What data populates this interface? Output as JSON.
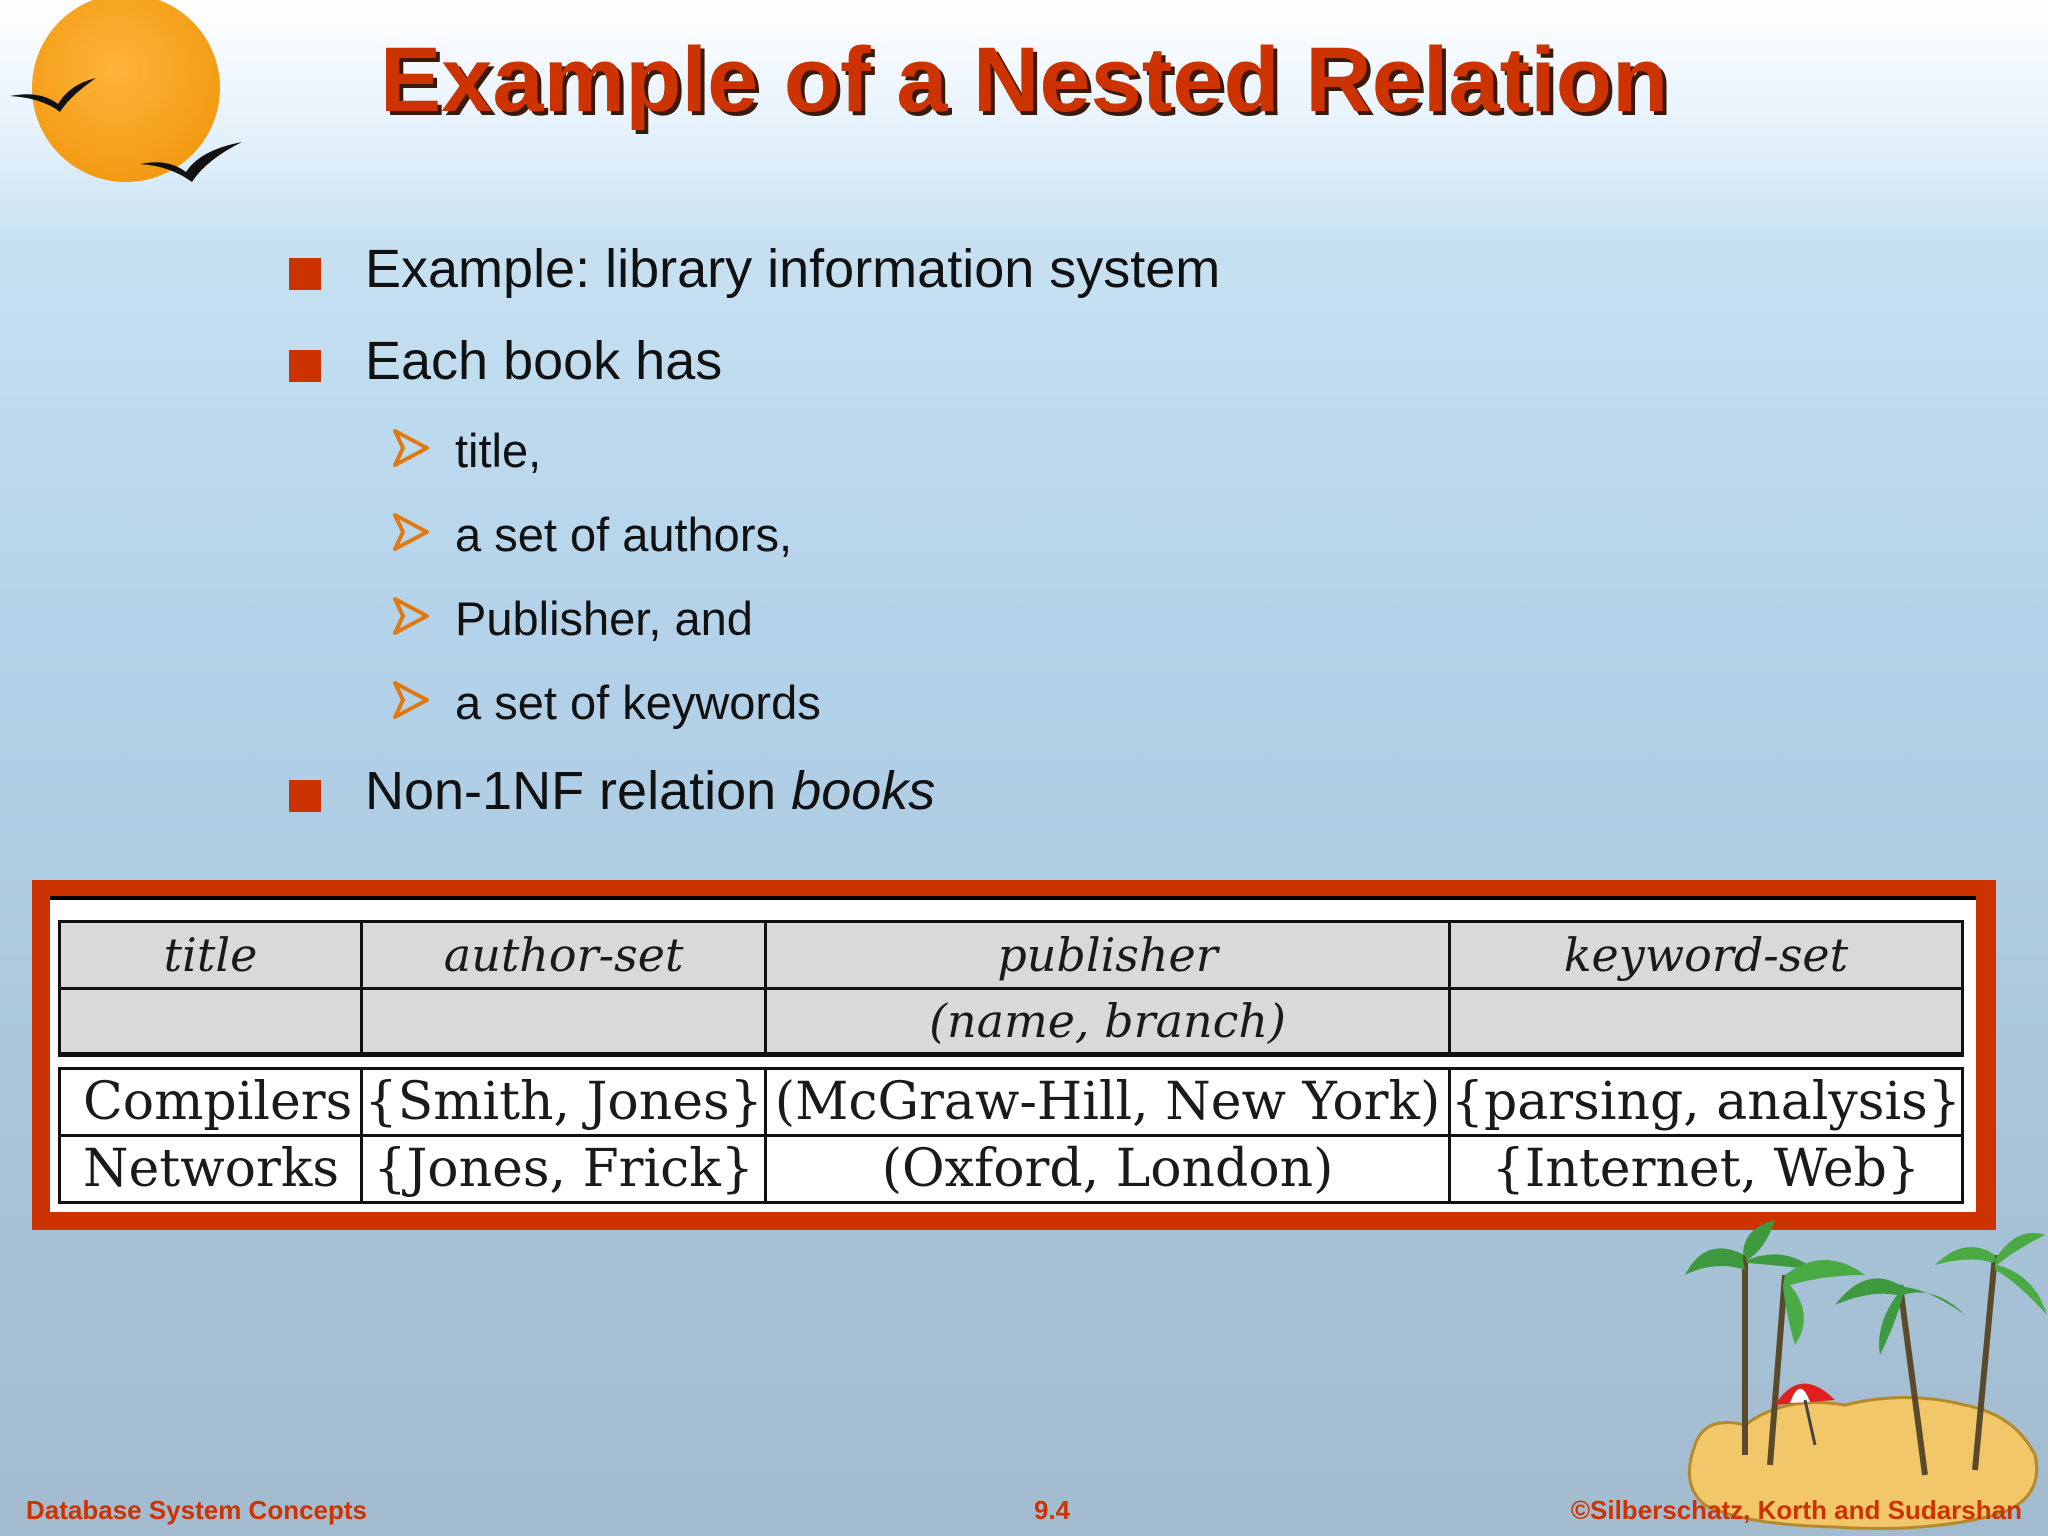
{
  "slide": {
    "title": "Example of a Nested Relation"
  },
  "bullets": [
    {
      "text": "Example:  library information system"
    },
    {
      "text": "Each book has"
    }
  ],
  "sub_bullets": [
    {
      "text": "title,"
    },
    {
      "text": "a set of authors,"
    },
    {
      "text": "Publisher, and"
    },
    {
      "text": "a set of keywords"
    }
  ],
  "last_bullet": {
    "prefix": "Non-1NF relation ",
    "emphasis": "books"
  },
  "table": {
    "headers": [
      "title",
      "author-set",
      "publisher",
      "keyword-set"
    ],
    "subheaders": [
      "",
      "",
      "(name, branch)",
      ""
    ],
    "rows": [
      [
        "Compilers",
        "{Smith, Jones}",
        "(McGraw-Hill, New York)",
        "{parsing, analysis}"
      ],
      [
        "Networks",
        "{Jones, Frick}",
        "(Oxford, London)",
        "{Internet, Web}"
      ]
    ]
  },
  "footer": {
    "left": "Database System Concepts",
    "center": "9.4",
    "right": "©Silberschatz, Korth and Sudarshan"
  },
  "colors": {
    "accent": "#cc3300",
    "arrow": "#e07a10",
    "sun": "#f5a623"
  }
}
